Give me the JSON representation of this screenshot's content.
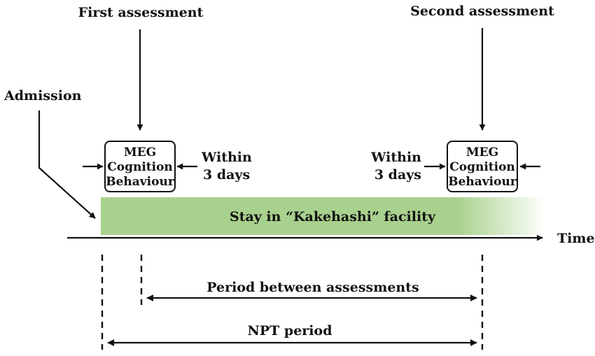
{
  "labels": {
    "first_assessment": "First assessment",
    "second_assessment": "Second assessment",
    "admission": "Admission",
    "time": "Time",
    "stay": "Stay in “Kakehashi” facility",
    "period_between": "Period between assessments",
    "npt_period": "NPT period"
  },
  "boxes": [
    {
      "lines": [
        "MEG",
        "Cognition",
        "Behaviour"
      ]
    },
    {
      "lines": [
        "MEG",
        "Cognition",
        "Behaviour"
      ]
    }
  ],
  "within": [
    {
      "line1": "Within",
      "line2": "3 days"
    },
    {
      "line1": "Within",
      "line2": "3 days"
    }
  ],
  "colors": {
    "stay_bar": "#a9d18e",
    "ink": "#111111"
  }
}
